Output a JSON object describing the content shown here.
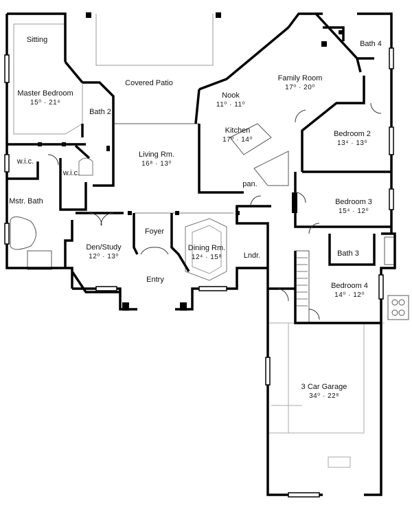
{
  "rooms": {
    "sitting": {
      "name": "Sitting",
      "dim": ""
    },
    "master_bedroom": {
      "name": "Master Bedroom",
      "dim": "15⁰ · 21⁴"
    },
    "covered_patio": {
      "name": "Covered Patio",
      "dim": ""
    },
    "bath2": {
      "name": "Bath 2",
      "dim": ""
    },
    "nook": {
      "name": "Nook",
      "dim": "11⁰ · 11⁰"
    },
    "family_room": {
      "name": "Family Room",
      "dim": "17⁰ · 20⁰"
    },
    "bath4": {
      "name": "Bath 4",
      "dim": ""
    },
    "kitchen": {
      "name": "Kitchen",
      "dim": "17⁰ · 14⁰"
    },
    "bedroom2": {
      "name": "Bedroom 2",
      "dim": "13⁴ · 13⁰"
    },
    "wic_left": {
      "name": "w.i.c.",
      "dim": ""
    },
    "wic_right": {
      "name": "w.i.c.",
      "dim": ""
    },
    "living": {
      "name": "Living Rm.",
      "dim": "16⁸ · 13⁰"
    },
    "pantry": {
      "name": "pan.",
      "dim": ""
    },
    "mstr_bath": {
      "name": "Mstr. Bath",
      "dim": ""
    },
    "bedroom3": {
      "name": "Bedroom 3",
      "dim": "15⁴ · 12⁰"
    },
    "foyer": {
      "name": "Foyer",
      "dim": ""
    },
    "den": {
      "name": "Den/Study",
      "dim": "12⁰ · 13⁰"
    },
    "dining": {
      "name": "Dining Rm.",
      "dim": "12⁴ · 15⁸"
    },
    "laundry": {
      "name": "Lndr.",
      "dim": ""
    },
    "bath3": {
      "name": "Bath 3",
      "dim": ""
    },
    "entry": {
      "name": "Entry",
      "dim": ""
    },
    "bedroom4": {
      "name": "Bedroom 4",
      "dim": "14⁰ · 12⁰"
    },
    "garage": {
      "name": "3 Car Garage",
      "dim": "34⁰ · 22⁸"
    }
  }
}
